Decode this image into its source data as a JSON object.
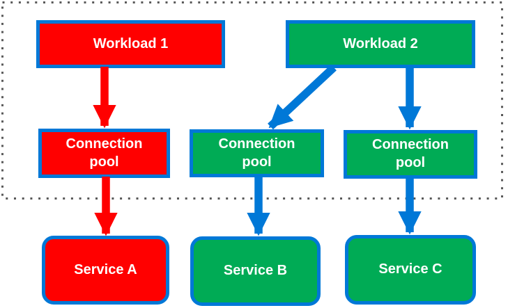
{
  "diagram": {
    "colors": {
      "red": "#FF0000",
      "green": "#00AB55",
      "blue": "#0078D7",
      "dotted_border": "#595959",
      "text": "#FFFFFF"
    },
    "nodes": {
      "workload1": {
        "label": "Workload 1",
        "color": "red"
      },
      "workload2": {
        "label": "Workload 2",
        "color": "green"
      },
      "pool_a": {
        "label": "Connection pool",
        "color": "red"
      },
      "pool_b": {
        "label": "Connection pool",
        "color": "green"
      },
      "pool_c": {
        "label": "Connection pool",
        "color": "green"
      },
      "service_a": {
        "label": "Service A",
        "color": "red"
      },
      "service_b": {
        "label": "Service B",
        "color": "green"
      },
      "service_c": {
        "label": "Service C",
        "color": "green"
      }
    },
    "edges": [
      {
        "from": "Workload 1",
        "to": "Connection pool (left)",
        "color": "red"
      },
      {
        "from": "Workload 2",
        "to": "Connection pool (middle)",
        "color": "blue"
      },
      {
        "from": "Workload 2",
        "to": "Connection pool (right)",
        "color": "blue"
      },
      {
        "from": "Connection pool (left)",
        "to": "Service A",
        "color": "red"
      },
      {
        "from": "Connection pool (middle)",
        "to": "Service B",
        "color": "blue"
      },
      {
        "from": "Connection pool (right)",
        "to": "Service C",
        "color": "blue"
      }
    ]
  }
}
